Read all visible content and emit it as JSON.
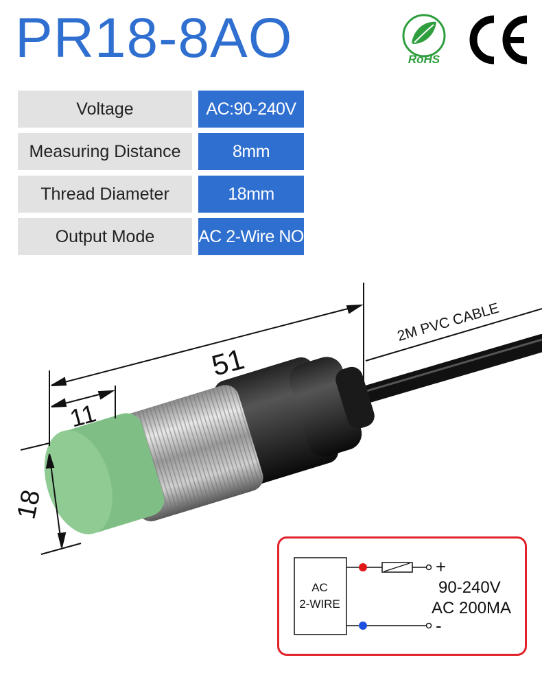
{
  "title": "PR18-8AO",
  "logos": {
    "rohs_text": "RoHS",
    "ce_text": "CE"
  },
  "specs": [
    {
      "label": "Voltage",
      "value": "AC:90-240V"
    },
    {
      "label": "Measuring Distance",
      "value": "8mm"
    },
    {
      "label": "Thread Diameter",
      "value": "18mm"
    },
    {
      "label": "Output Mode",
      "value": "AC 2-Wire NO"
    }
  ],
  "dimensions": {
    "length": "51",
    "head_length": "11",
    "diameter": "18",
    "cable": "2M PVC CABLE"
  },
  "wiring": {
    "box_line1": "AC",
    "box_line2": "2-WIRE",
    "plus": "+",
    "minus": "-",
    "voltage": "90-240V",
    "current": "AC 200MA"
  },
  "colors": {
    "accent": "#2f6fd0",
    "label_bg": "#e2e2e2",
    "frame_red": "#e2222a",
    "sensor_face": "#8fcb93",
    "rohs_green": "#2e9e3e"
  }
}
